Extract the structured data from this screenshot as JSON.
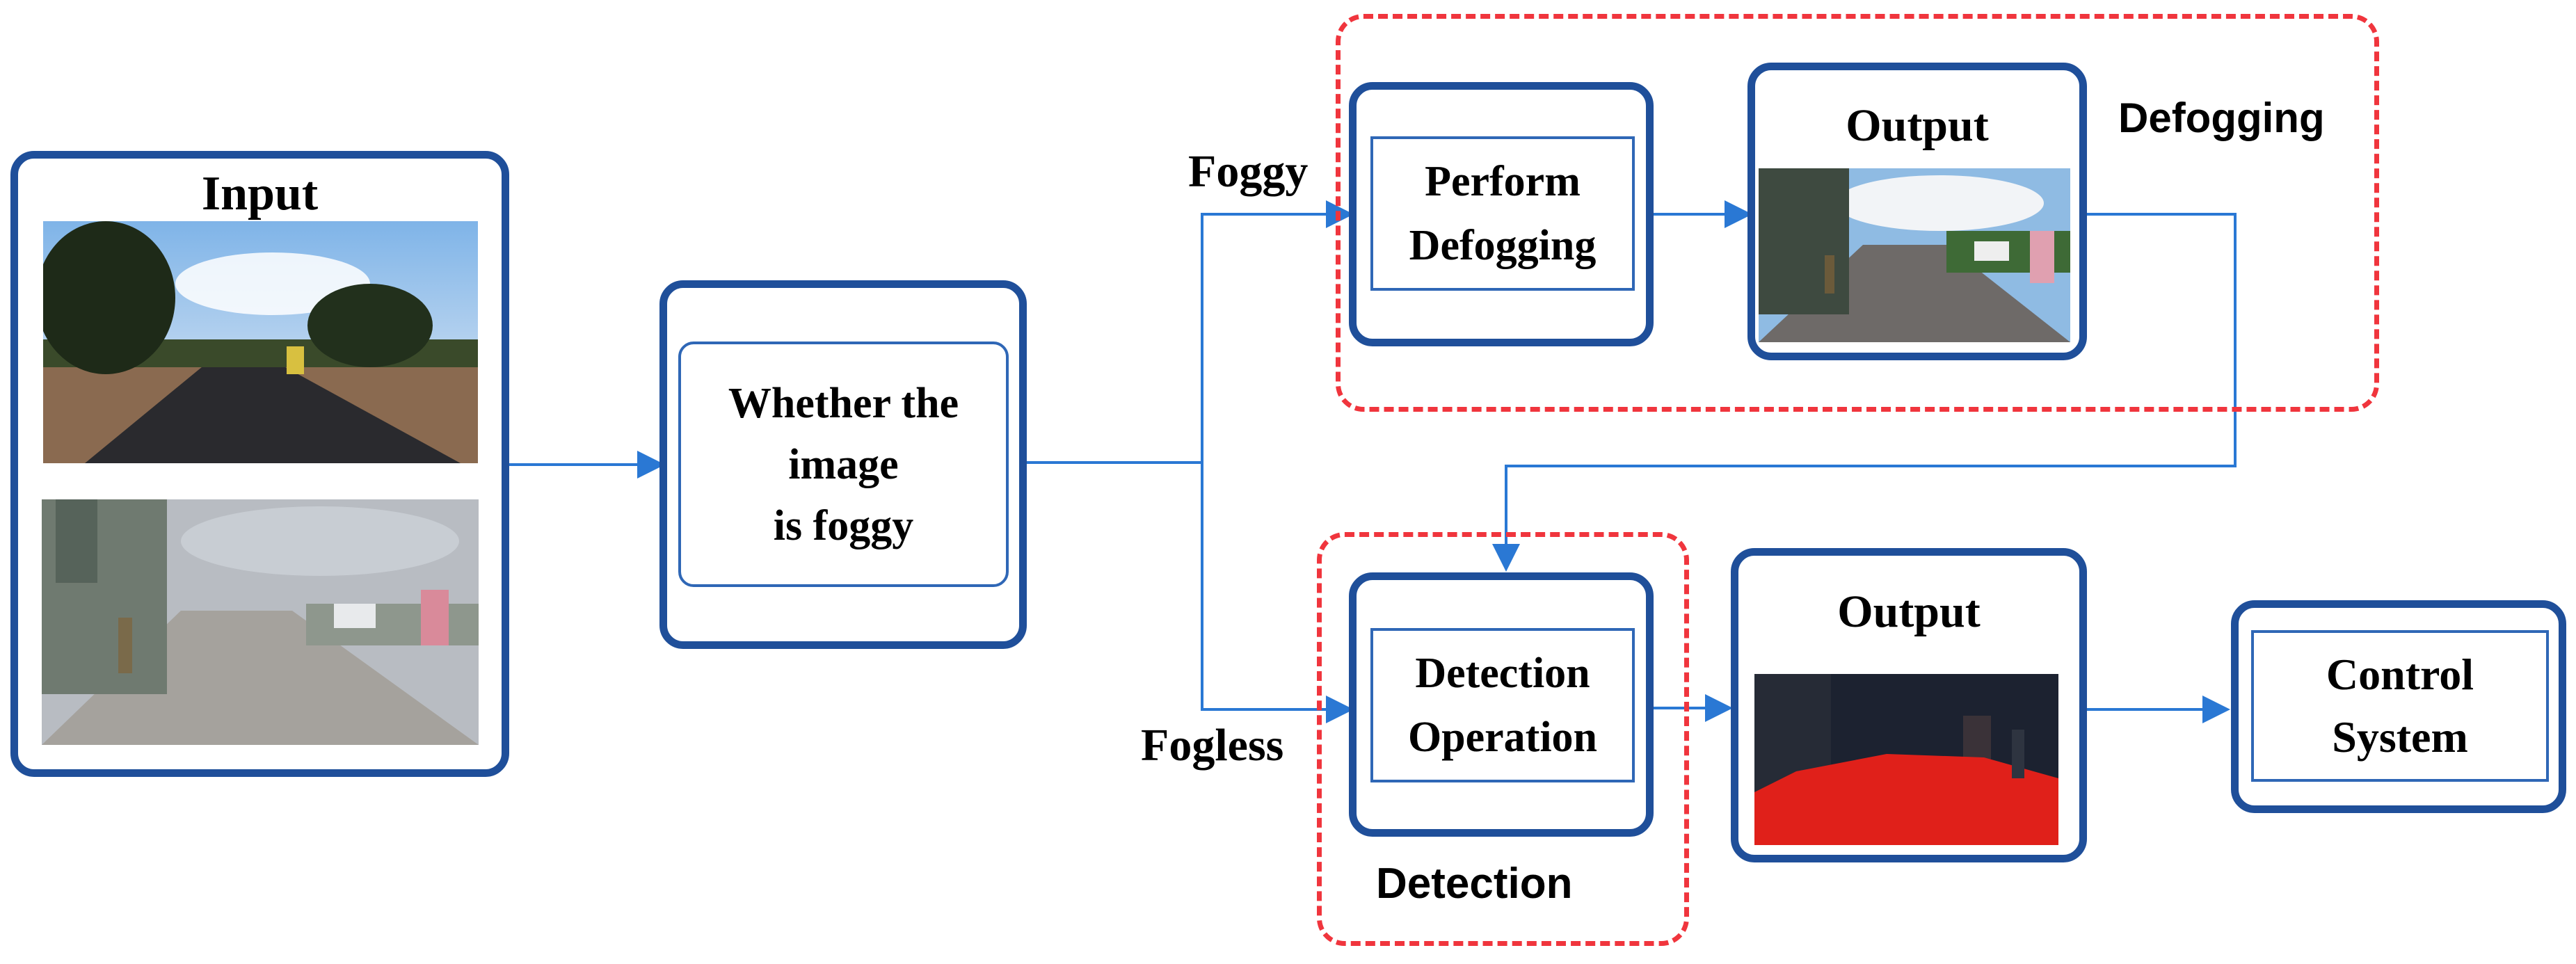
{
  "diagram": {
    "input": {
      "title": "Input"
    },
    "decision": {
      "text": "Whether the image is foggy",
      "line1": "Whether the",
      "line2": "image",
      "line3": "is foggy"
    },
    "branches": {
      "foggy": "Foggy",
      "fogless": "Fogless"
    },
    "defog": {
      "line1": "Perform",
      "line2": "Defogging"
    },
    "defog_output": {
      "title": "Output"
    },
    "defog_group": {
      "label": "Defogging"
    },
    "detect": {
      "line1": "Detection",
      "line2": "Operation"
    },
    "detect_group": {
      "label": "Detection"
    },
    "detect_output": {
      "title": "Output"
    },
    "control": {
      "line1": "Control",
      "line2": "System"
    }
  },
  "colors": {
    "box_border": "#1f4f9a",
    "inner_border": "#2f67b6",
    "arrow": "#2a78d4",
    "dash": "#f0353d",
    "segmentation": "#e0201a"
  }
}
